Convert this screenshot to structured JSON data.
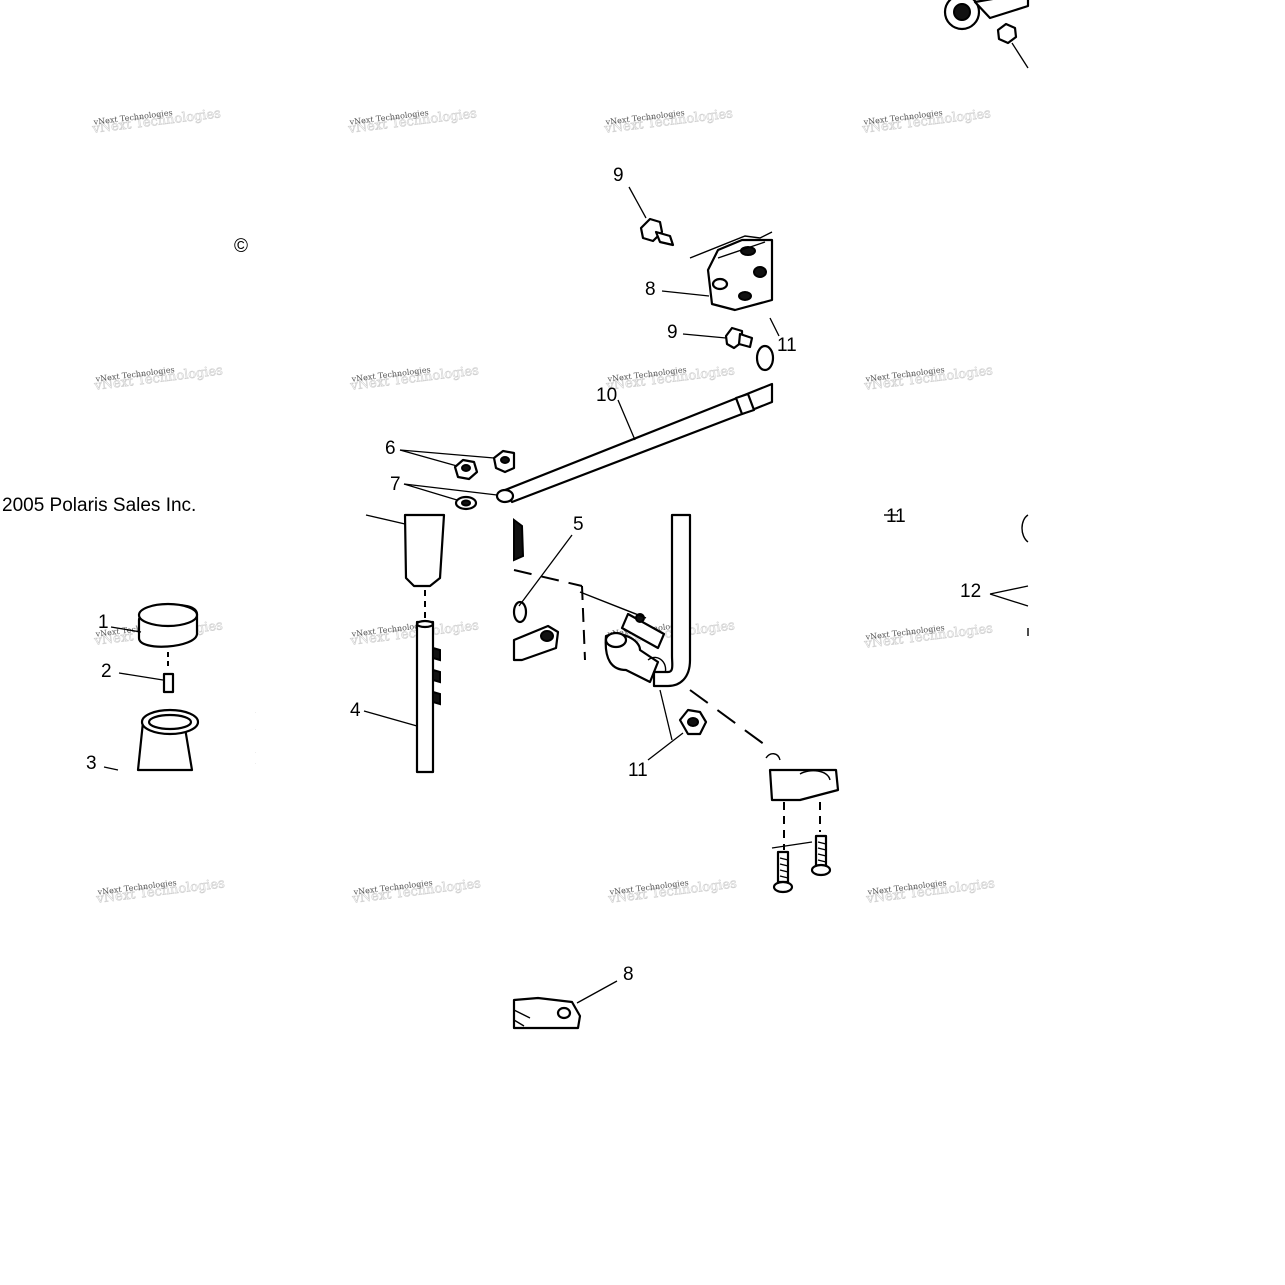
{
  "diagram": {
    "copyright_symbol": "©",
    "copyright_text": "2005 Polaris Sales Inc.",
    "watermark_text": "vNext Technologies",
    "callouts": {
      "c1": "1",
      "c2": "2",
      "c3": "3",
      "c4": "4",
      "c5": "5",
      "c6": "6",
      "c7": "7",
      "c8a": "8",
      "c8b": "8",
      "c9a": "9",
      "c9b": "9",
      "c10": "10",
      "c11a": "11",
      "c11b": "11",
      "c11c": "11",
      "c12": "12"
    }
  }
}
